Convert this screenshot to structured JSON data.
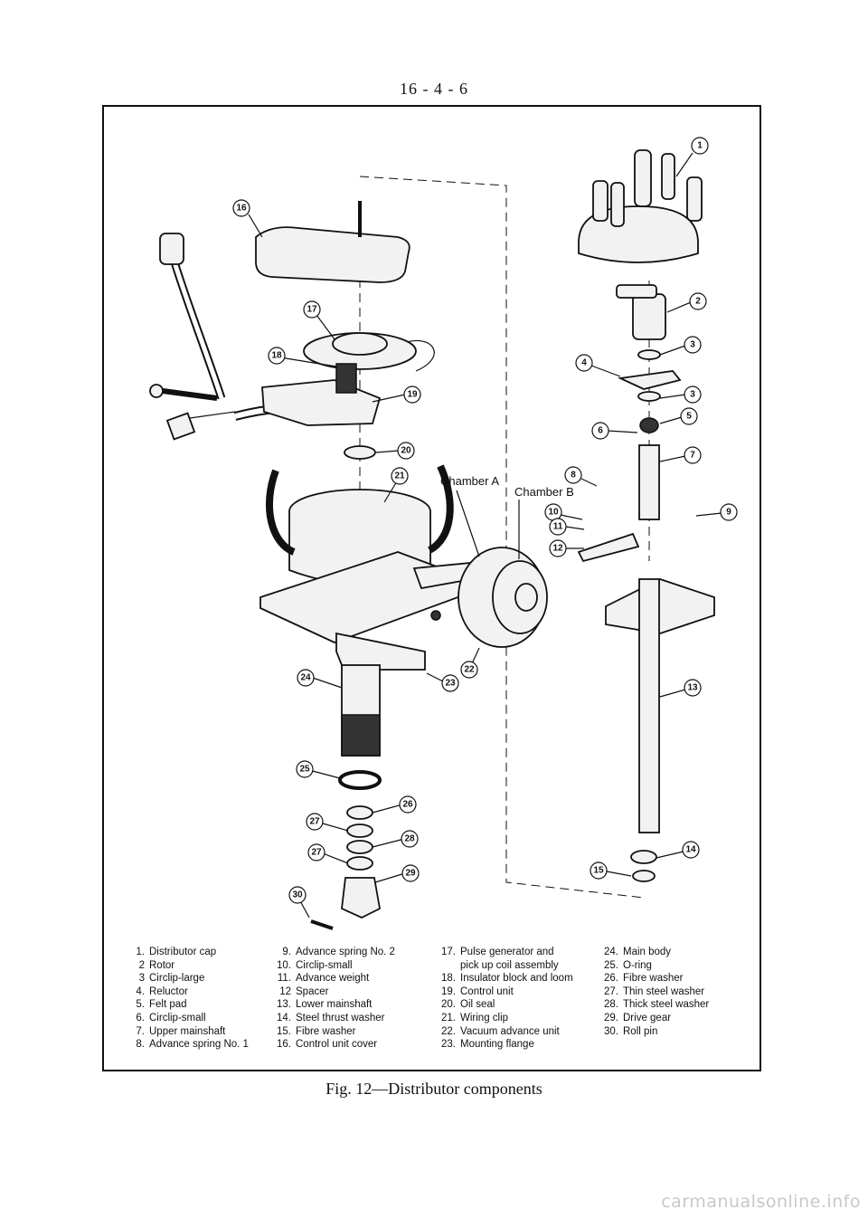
{
  "page_number": "16 - 4 - 6",
  "figure": {
    "caption": "Fig. 12—Distributor components",
    "chamber_a": "Chamber A",
    "chamber_b": "Chamber B",
    "callouts": [
      "1",
      "2",
      "3",
      "3",
      "4",
      "5",
      "6",
      "7",
      "8",
      "9",
      "10",
      "11",
      "12",
      "13",
      "14",
      "15",
      "16",
      "17",
      "18",
      "19",
      "20",
      "21",
      "22",
      "23",
      "24",
      "25",
      "26",
      "27",
      "27",
      "28",
      "29",
      "30"
    ]
  },
  "legend": {
    "col1": [
      {
        "num": "1.",
        "text": "Distributor cap"
      },
      {
        "num": "2",
        "text": "Rotor"
      },
      {
        "num": "3",
        "text": "Circlip-large"
      },
      {
        "num": "4.",
        "text": "Reluctor"
      },
      {
        "num": "5.",
        "text": "Felt pad"
      },
      {
        "num": "6.",
        "text": "Circlip-small"
      },
      {
        "num": "7.",
        "text": "Upper mainshaft"
      },
      {
        "num": "8.",
        "text": "Advance spring No. 1"
      }
    ],
    "col2": [
      {
        "num": "9.",
        "text": "Advance spring No. 2"
      },
      {
        "num": "10.",
        "text": "Circlip-small"
      },
      {
        "num": "11.",
        "text": "Advance weight"
      },
      {
        "num": "12",
        "text": "Spacer"
      },
      {
        "num": "13.",
        "text": "Lower mainshaft"
      },
      {
        "num": "14.",
        "text": "Steel thrust washer"
      },
      {
        "num": "15.",
        "text": "Fibre washer"
      },
      {
        "num": "16.",
        "text": "Control unit cover"
      }
    ],
    "col3": [
      {
        "num": "17.",
        "text": "Pulse generator and"
      },
      {
        "num": "",
        "text": "pick up coil assembly"
      },
      {
        "num": "18.",
        "text": "Insulator block and loom"
      },
      {
        "num": "19.",
        "text": "Control unit"
      },
      {
        "num": "20.",
        "text": "Oil seal"
      },
      {
        "num": "21.",
        "text": "Wiring clip"
      },
      {
        "num": "22.",
        "text": "Vacuum advance unit"
      },
      {
        "num": "23.",
        "text": "Mounting flange"
      }
    ],
    "col4": [
      {
        "num": "24.",
        "text": "Main body"
      },
      {
        "num": "25.",
        "text": "O-ring"
      },
      {
        "num": "26.",
        "text": "Fibre washer"
      },
      {
        "num": "27.",
        "text": "Thin steel washer"
      },
      {
        "num": "28.",
        "text": "Thick steel washer"
      },
      {
        "num": "29.",
        "text": "Drive gear"
      },
      {
        "num": "30.",
        "text": "Roll pin"
      }
    ]
  },
  "watermark": "carmanualsonline.info"
}
